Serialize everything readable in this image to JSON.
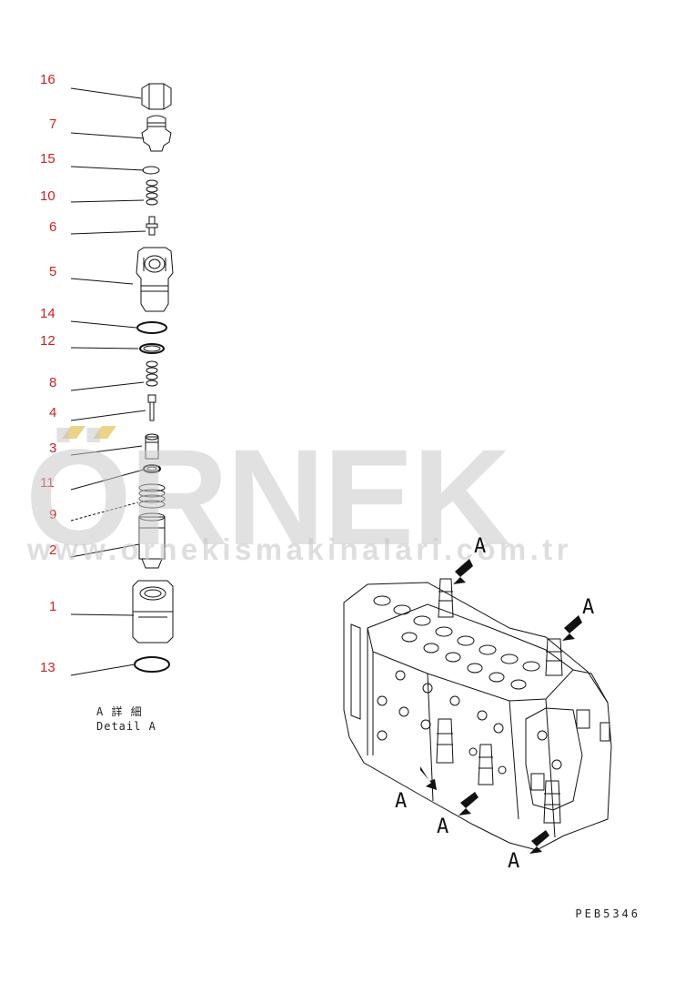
{
  "part_numbers": [
    "16",
    "7",
    "15",
    "10",
    "6",
    "5",
    "14",
    "12",
    "8",
    "4",
    "3",
    "11",
    "9",
    "2",
    "1",
    "13"
  ],
  "detail_caption": {
    "jp": "A 詳 細",
    "en": "Detail A"
  },
  "view_label": "A",
  "watermark": {
    "brand": "ÖRNEK",
    "url": "www.ornekismakinalari.com.tr"
  },
  "drawing_code": "PEB5346",
  "colors": {
    "callout": "#cc2222",
    "line": "#111111",
    "watermark": "#c9c9c9",
    "accent": "#e8c96a"
  }
}
